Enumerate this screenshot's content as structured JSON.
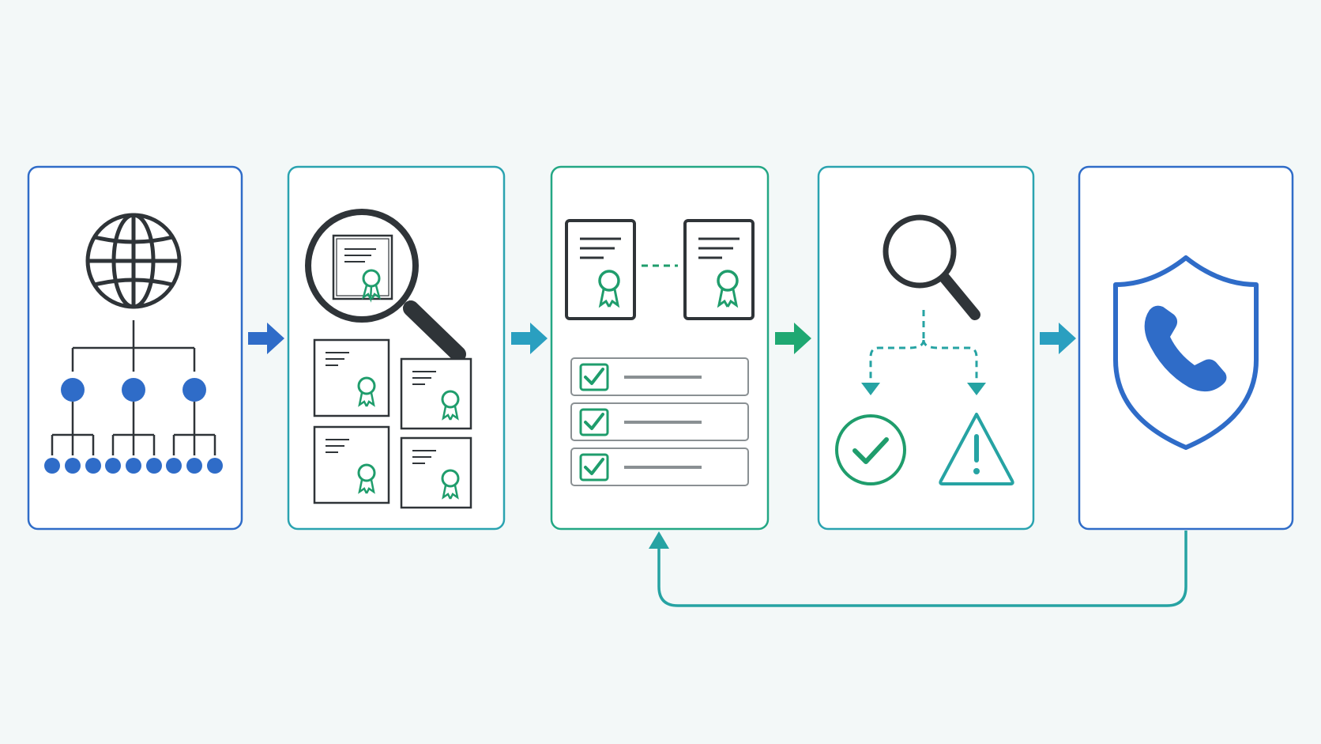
{
  "diagram": {
    "colors": {
      "background": "#f3f8f8",
      "blue": "#2f6cc8",
      "blue_teal": "#2a8fb8",
      "teal": "#26a3a3",
      "teal_green": "#23a784",
      "green": "#1f9d6c",
      "dark": "#2f3438",
      "gray": "#8a9093",
      "panel_fill": "#ffffff"
    },
    "panels": [
      {
        "id": "web-hierarchy",
        "icons": [
          "globe-icon",
          "hierarchy-icon"
        ],
        "border": "#2f6cc8"
      },
      {
        "id": "certificate-inspection",
        "icons": [
          "magnifier-icon",
          "certificate-icon"
        ],
        "border": "#2aa3b0"
      },
      {
        "id": "certificate-comparison",
        "icons": [
          "certificate-icon",
          "checklist-icon"
        ],
        "border": "#23a784"
      },
      {
        "id": "evaluation",
        "icons": [
          "search-icon",
          "check-circle-icon",
          "warning-icon"
        ],
        "border": "#2aa3b0"
      },
      {
        "id": "protection",
        "icons": [
          "shield-phone-icon"
        ],
        "border": "#2f6cc8"
      }
    ],
    "flow": [
      {
        "from": "web-hierarchy",
        "to": "certificate-inspection",
        "icon": "arrow-right-icon",
        "color": "#2f6cc8"
      },
      {
        "from": "certificate-inspection",
        "to": "certificate-comparison",
        "icon": "arrow-right-icon",
        "color": "#2a9fc0"
      },
      {
        "from": "certificate-comparison",
        "to": "evaluation",
        "icon": "arrow-right-icon",
        "color": "#1fa872"
      },
      {
        "from": "evaluation",
        "to": "protection",
        "icon": "arrow-right-icon",
        "color": "#2a9fc0"
      },
      {
        "from": "protection",
        "to": "certificate-comparison",
        "icon": "feedback-loop-arrow",
        "color": "#26a3a3"
      }
    ],
    "checklist_items": 3,
    "hierarchy_leaf_groups": 3,
    "certificate_stack_count": 4
  }
}
